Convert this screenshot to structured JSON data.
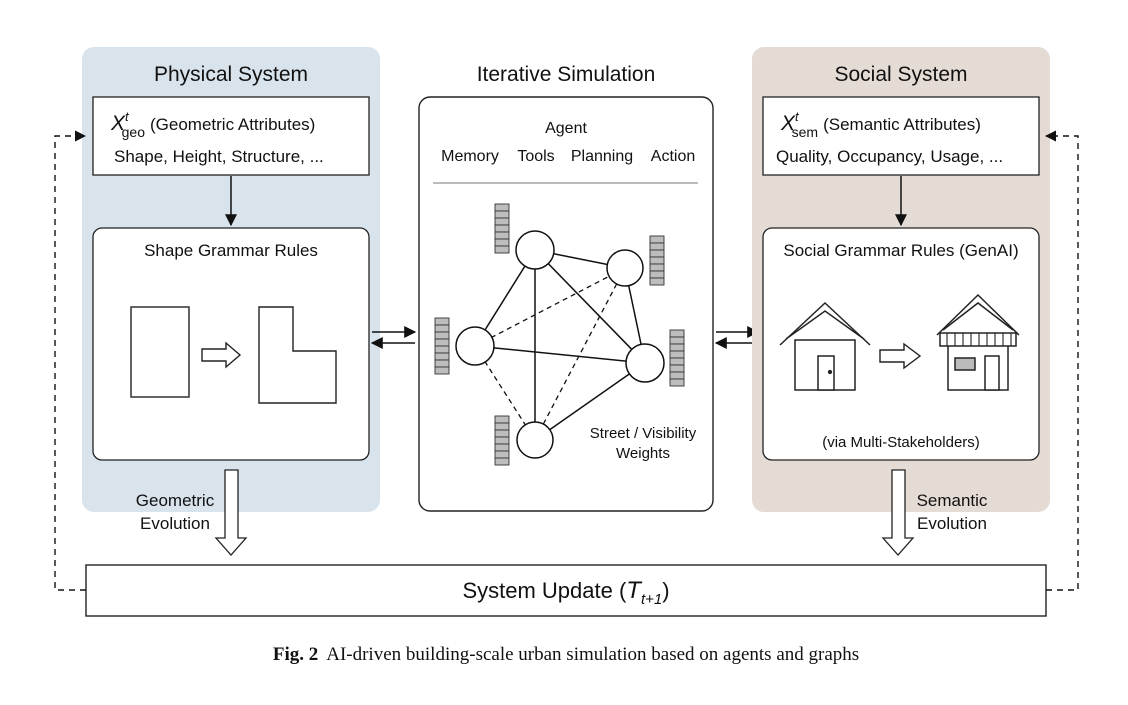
{
  "physical": {
    "title": "Physical System",
    "attr_var": "X",
    "attr_sup": "t",
    "attr_sub": "geo",
    "attr_desc": "(Geometric Attributes)",
    "attr_list": "Shape, Height, Structure, ...",
    "rules_title": "Shape Grammar Rules",
    "evolution_line1": "Geometric",
    "evolution_line2": "Evolution",
    "panel_color": "#d9e3ec"
  },
  "simulation": {
    "title": "Iterative Simulation",
    "agent_label": "Agent",
    "components": [
      "Memory",
      "Tools",
      "Planning",
      "Action"
    ],
    "weights_line1": "Street / Visibility",
    "weights_line2": "Weights"
  },
  "social": {
    "title": "Social System",
    "attr_var": "X",
    "attr_sup": "t",
    "attr_sub": "sem",
    "attr_desc": "(Semantic Attributes)",
    "attr_list": "Quality, Occupancy, Usage, ...",
    "rules_title": "Social Grammar Rules (GenAI)",
    "stakeholders": "(via Multi-Stakeholders)",
    "evolution_line1": "Semantic",
    "evolution_line2": "Evolution",
    "panel_color": "#e5dbd5"
  },
  "update": {
    "label": "System Update (",
    "var": "T",
    "sub": "t+1",
    "close": ")"
  },
  "caption": {
    "label": "Fig. 2",
    "text": "AI-driven building-scale urban simulation based on agents and graphs"
  }
}
